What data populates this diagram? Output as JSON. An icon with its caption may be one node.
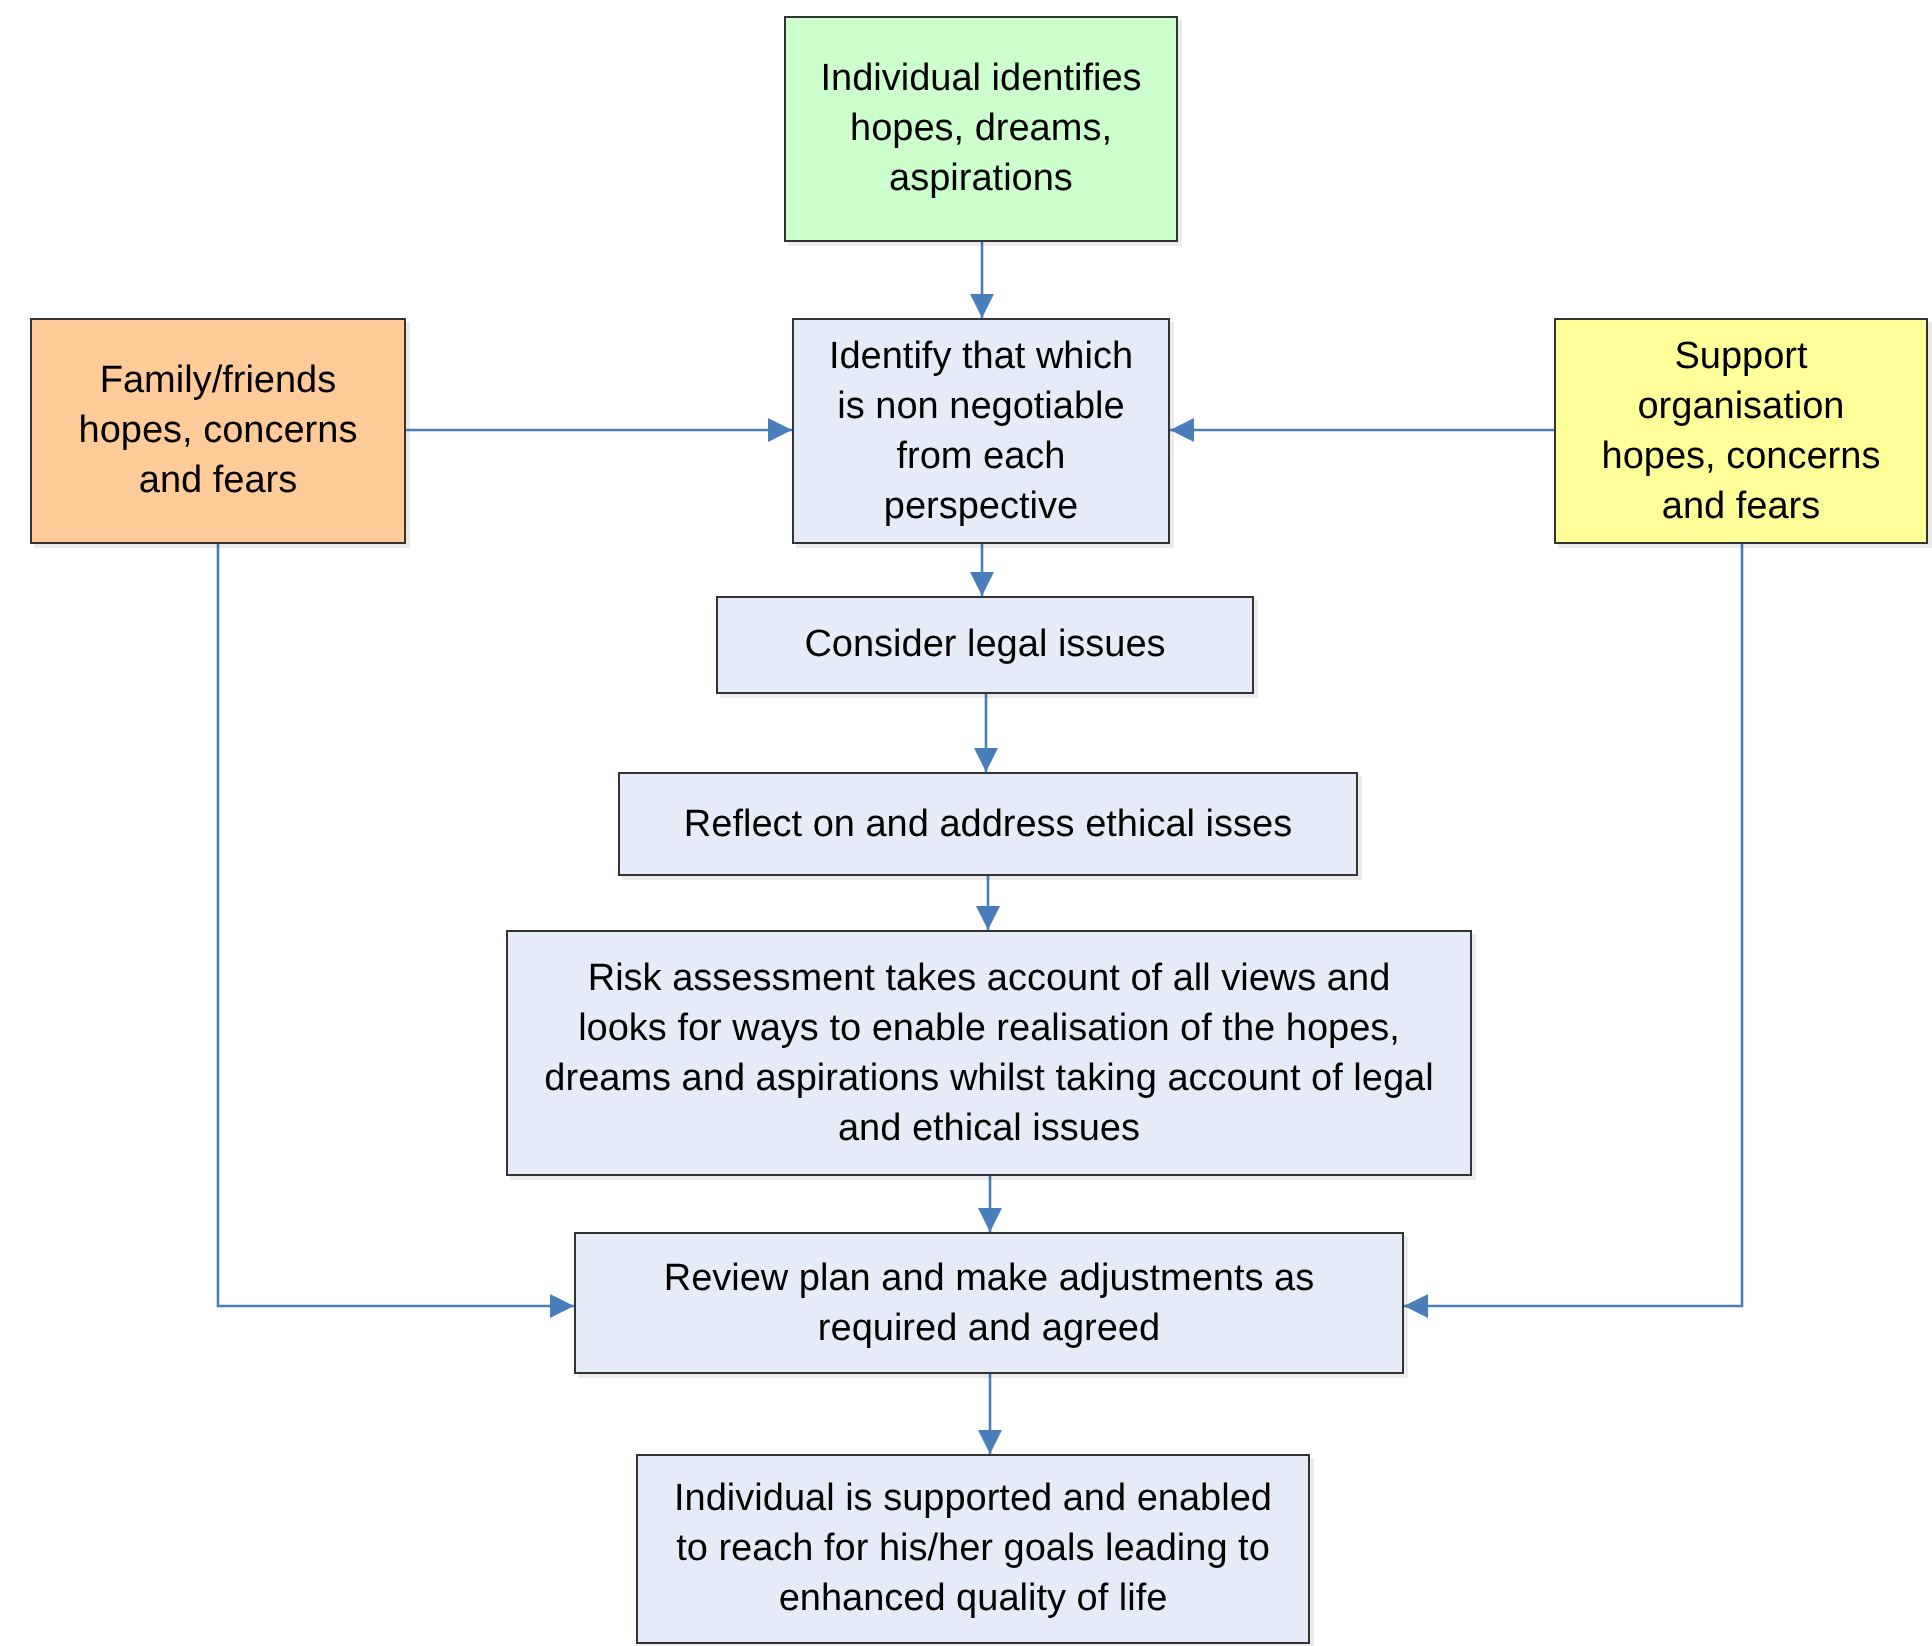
{
  "diagram": {
    "nodes": [
      {
        "text": [
          "Individual identifies hopes, dreams, aspirations"
        ]
      },
      {
        "text": [
          "Family/friends hopes, concerns and fears"
        ]
      },
      {
        "text": [
          "Identify that which is non negotiable from each perspective"
        ]
      },
      {
        "text": [
          "Support organisation hopes, concerns and fears"
        ]
      },
      {
        "text": [
          "Consider legal issues"
        ]
      },
      {
        "text": [
          "Reflect on and address ethical isses"
        ]
      },
      {
        "text": [
          "Risk assessment takes account of all views and looks for ways to enable realisation of the hopes, dreams and aspirations whilst taking account of legal and ethical issues"
        ]
      },
      {
        "text": [
          "Review plan and make adjustments as required and agreed"
        ]
      },
      {
        "text": [
          "Individual is supported and enabled to reach for his/her goals leading to enhanced quality of life"
        ]
      }
    ],
    "edges": [
      {
        "from": 0,
        "to": 2,
        "arrow": "to"
      },
      {
        "from": 1,
        "to": 2,
        "arrow": "to"
      },
      {
        "from": 3,
        "to": 2,
        "arrow": "to"
      },
      {
        "from": 2,
        "to": 4,
        "arrow": "to"
      },
      {
        "from": 4,
        "to": 5,
        "arrow": "to"
      },
      {
        "from": 5,
        "to": 6,
        "arrow": "to"
      },
      {
        "from": 6,
        "to": 7,
        "arrow": "to"
      },
      {
        "from": 1,
        "to": 7,
        "arrow": "to"
      },
      {
        "from": 3,
        "to": 7,
        "arrow": "to"
      },
      {
        "from": 7,
        "to": 8,
        "arrow": "to"
      }
    ]
  }
}
